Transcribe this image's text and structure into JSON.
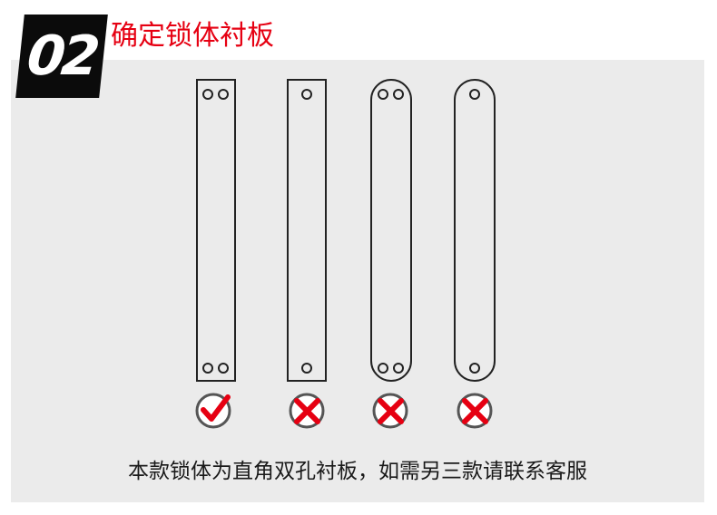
{
  "step": {
    "number": "02",
    "title": "确定锁体衬板"
  },
  "plates": [
    {
      "name": "square-double-hole",
      "status": "correct",
      "status_icon": "check-icon"
    },
    {
      "name": "square-single-hole",
      "status": "incorrect",
      "status_icon": "cross-icon"
    },
    {
      "name": "rounded-double-hole",
      "status": "incorrect",
      "status_icon": "cross-icon"
    },
    {
      "name": "rounded-single-hole",
      "status": "incorrect",
      "status_icon": "cross-icon"
    }
  ],
  "caption": "本款锁体为直角双孔衬板，如需另三款请联系客服",
  "colors": {
    "accent": "#e60012",
    "panel": "#ebebeb",
    "badge": "#0b0b0b",
    "icon_ring": "#555555"
  }
}
